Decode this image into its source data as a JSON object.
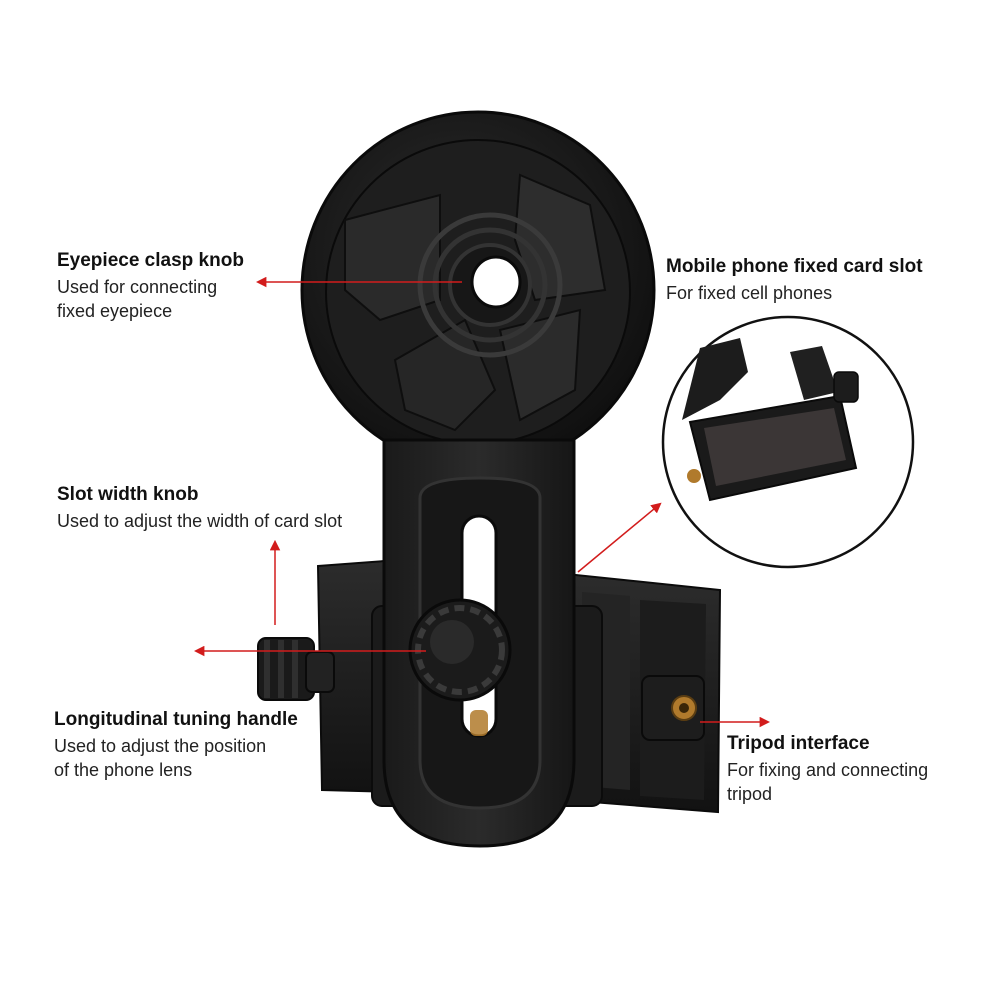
{
  "colors": {
    "arrow": "#d21c1c",
    "device_dark": "#141414",
    "device_mid": "#262626",
    "device_light": "#3a3a3a",
    "brass": "#b07a2c"
  },
  "callouts": {
    "eyepiece": {
      "title": "Eyepiece clasp knob",
      "desc_line1": "Used for connecting",
      "desc_line2": "fixed eyepiece"
    },
    "slot": {
      "title": "Slot width knob",
      "desc_line1": "Used to adjust the width of card slot"
    },
    "longitudinal": {
      "title": "Longitudinal tuning handle",
      "desc_line1": "Used to adjust the position",
      "desc_line2": "of the phone lens"
    },
    "mobile": {
      "title": "Mobile phone fixed card slot",
      "desc_line1": "For fixed cell phones"
    },
    "tripod": {
      "title": "Tripod interface",
      "desc_line1": "For fixing and connecting",
      "desc_line2": "tripod"
    }
  }
}
